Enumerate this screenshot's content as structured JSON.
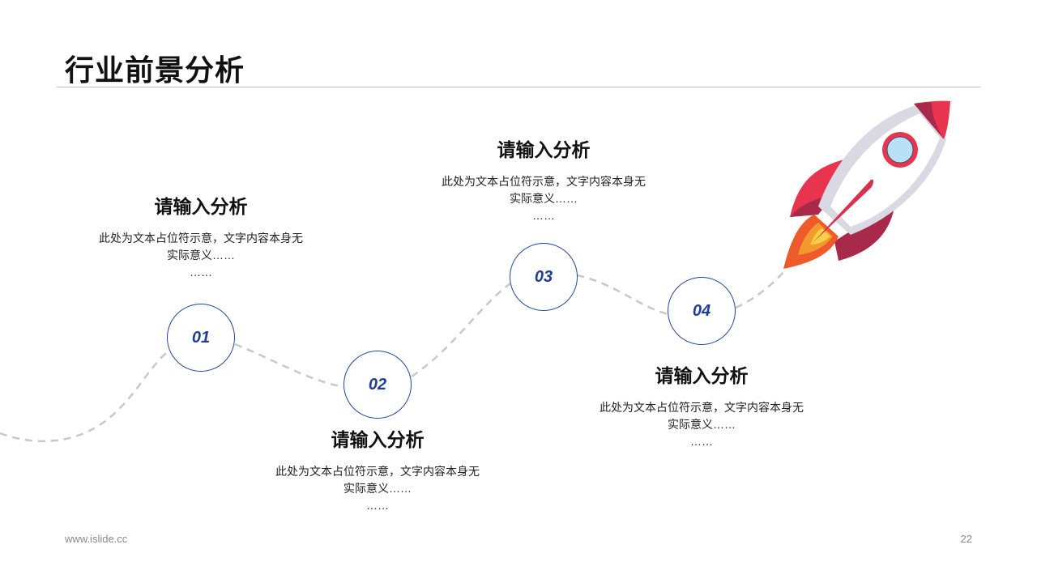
{
  "header": {
    "title": "行业前景分析"
  },
  "steps": [
    {
      "number": "01",
      "title": "请输入分析",
      "body": "此处为文本占位符示意，文字内容本身无",
      "body2": "实际意义……",
      "body3": "……"
    },
    {
      "number": "02",
      "title": "请输入分析",
      "body": "此处为文本占位符示意，文字内容本身无",
      "body2": "实际意义……",
      "body3": "……"
    },
    {
      "number": "03",
      "title": "请输入分析",
      "body": "此处为文本占位符示意，文字内容本身无",
      "body2": "实际意义……",
      "body3": "……"
    },
    {
      "number": "04",
      "title": "请输入分析",
      "body": "此处为文本占位符示意，文字内容本身无",
      "body2": "实际意义……",
      "body3": "……"
    }
  ],
  "footer": {
    "website": "www.islide.cc",
    "page": "22"
  },
  "colors": {
    "accent": "#2545a0",
    "rocket_red": "#e8344f",
    "path": "#c8c8c8"
  }
}
